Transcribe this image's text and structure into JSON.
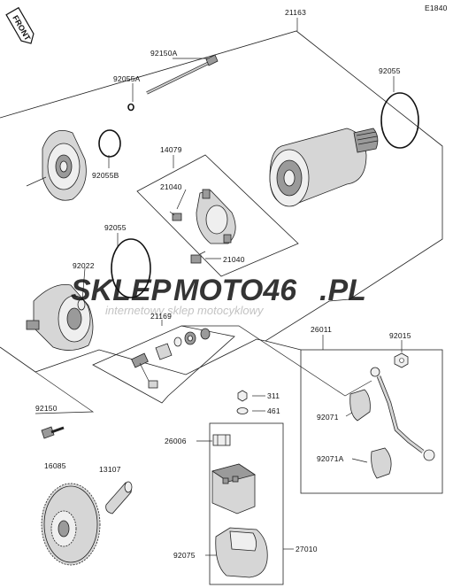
{
  "diagram": {
    "ref_code": "E1840",
    "front_label": "FRONT",
    "watermark": {
      "part1": "SKLEP",
      "part2": "MOTO46",
      "part3": ".PL",
      "subtitle": "internetowy sklep motocyklowy"
    },
    "labels": {
      "p21163": "21163",
      "p92150A": "92150A",
      "p92055A": "92055A",
      "p92055_top": "92055",
      "p92055B": "92055B",
      "p14079": "14079",
      "p21040_a": "21040",
      "p21040_b": "21040",
      "p92055_mid": "92055",
      "p92022": "92022",
      "p21169": "21169",
      "p26011": "26011",
      "p92015": "92015",
      "p311": "311",
      "p461": "461",
      "p92150": "92150",
      "p92071": "92071",
      "p26006": "26006",
      "p92071A": "92071A",
      "p16085": "16085",
      "p13107": "13107",
      "p27010": "27010",
      "p92075": "92075"
    },
    "colors": {
      "line": "#222222",
      "watermark_gray": "#b3b3b3",
      "watermark_red": "#e2231a"
    }
  }
}
